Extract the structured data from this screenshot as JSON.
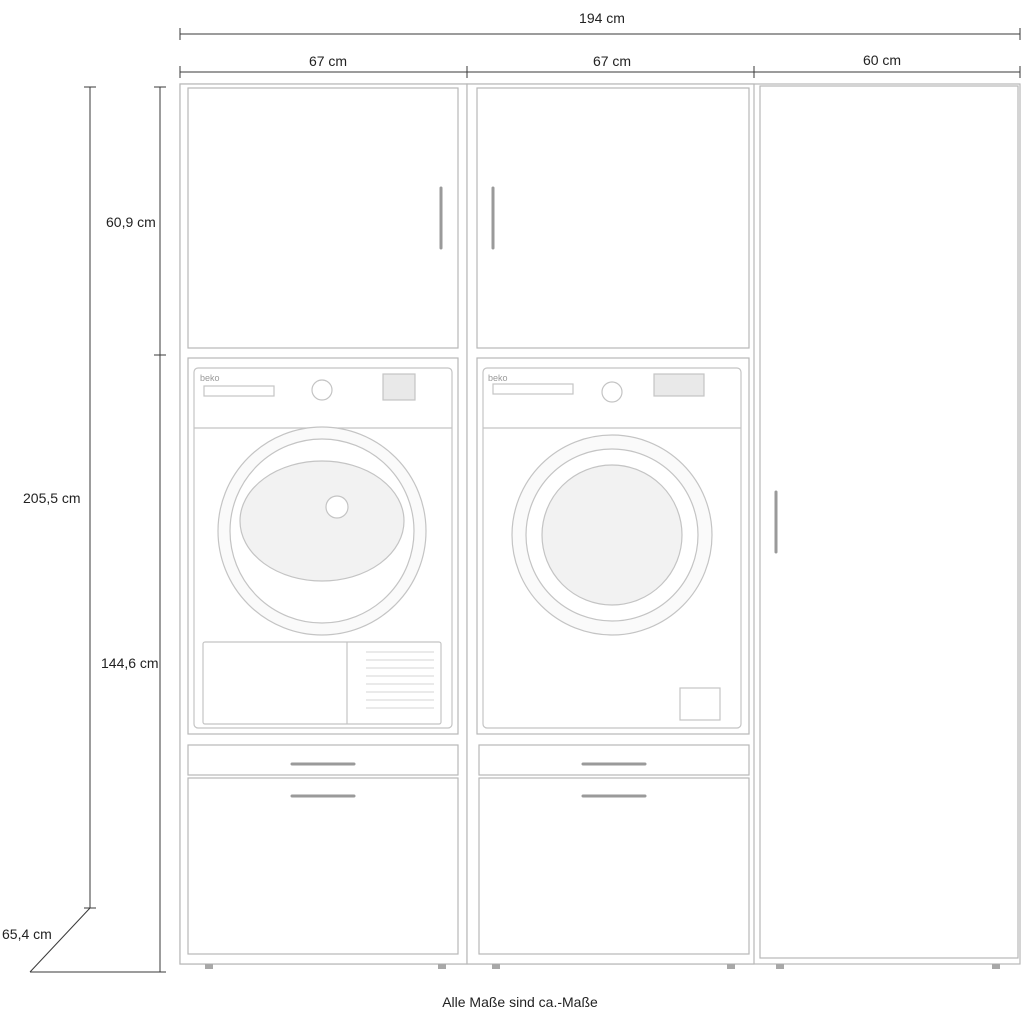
{
  "dimensions": {
    "total_width": "194 cm",
    "module_1_width": "67 cm",
    "module_2_width": "67 cm",
    "tall_cabinet_width": "60 cm",
    "upper_cabinet_height": "60,9 cm",
    "total_height": "205,5 cm",
    "appliance_section_height": "144,6 cm",
    "depth": "65,4 cm"
  },
  "footnote": "Alle Maße sind ca.-Maße",
  "appliances": {
    "washer_brand": "beko",
    "dryer_brand": "beko"
  },
  "colors": {
    "line": "#3a3a3a",
    "cabinet_edge": "#b8b8b8",
    "handle": "#9a9a9a",
    "background": "#ffffff"
  }
}
